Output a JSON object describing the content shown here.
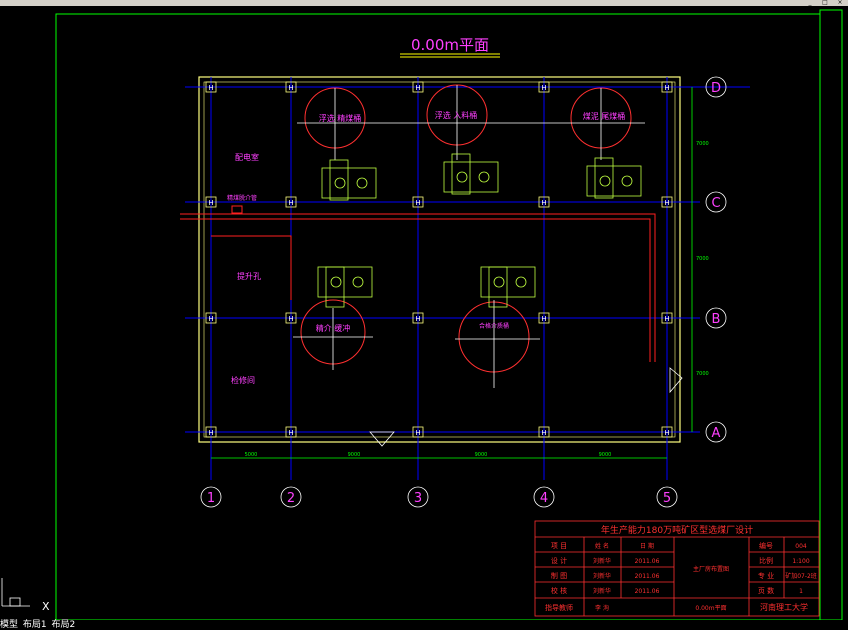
{
  "title": "0.00m平面",
  "window_buttons": [
    "_",
    "□",
    "×"
  ],
  "grid_rows": [
    "D",
    "C",
    "B",
    "A"
  ],
  "grid_cols": [
    "1",
    "2",
    "3",
    "4",
    "5"
  ],
  "row_spacing_labels": [
    "7000",
    "7000",
    "7000"
  ],
  "col_spacing_labels": [
    "5000",
    "9000",
    "9000",
    "9000"
  ],
  "column_marker": "H",
  "rooms": {
    "flotation_1": "浮选 精煤桶",
    "flotation_2": "浮选 入料桶",
    "tank_3": "煤泥 尾煤桶",
    "electric_room": "配电室",
    "pump_room": "提升孔",
    "lower_left": "检修间",
    "tank_b": "精介 缓冲",
    "tank_c": "合格介质桶",
    "pipe_label": "精煤脱介管"
  },
  "title_block": {
    "project": "年生产能力180万吨矿区型选煤厂设计",
    "rows": [
      {
        "role": "项 目",
        "name": "姓 名",
        "date": "日 期"
      },
      {
        "role": "设 计",
        "name": "刘新华",
        "date": "2011.06"
      },
      {
        "role": "制 图",
        "name": "刘新华",
        "date": "2011.06"
      },
      {
        "role": "校 核",
        "name": "刘新华",
        "date": "2011.06"
      },
      {
        "role": "指导教师",
        "name": "李 洵",
        "date": ""
      }
    ],
    "drawing_name": "主厂房布置图",
    "drawing_sub": "0.00m平面",
    "fields": [
      {
        "label": "编号",
        "value": "004"
      },
      {
        "label": "比例",
        "value": "1:100"
      },
      {
        "label": "专 业",
        "value": "矿加07-2班"
      },
      {
        "label": "页 数",
        "value": "1"
      }
    ],
    "school": "河南理工大学"
  },
  "ucs_label": "X",
  "layout_tabs": [
    "模型",
    "布局1",
    "布局2"
  ],
  "colors": {
    "frame": "#00ff00",
    "grid": "#0000ff",
    "bldg": "#ffff80",
    "equip": "#c0ff40",
    "tank": "#ff3030",
    "label": "#ff40ff",
    "pipe": "#ff2020",
    "dim": "#00ff00"
  }
}
